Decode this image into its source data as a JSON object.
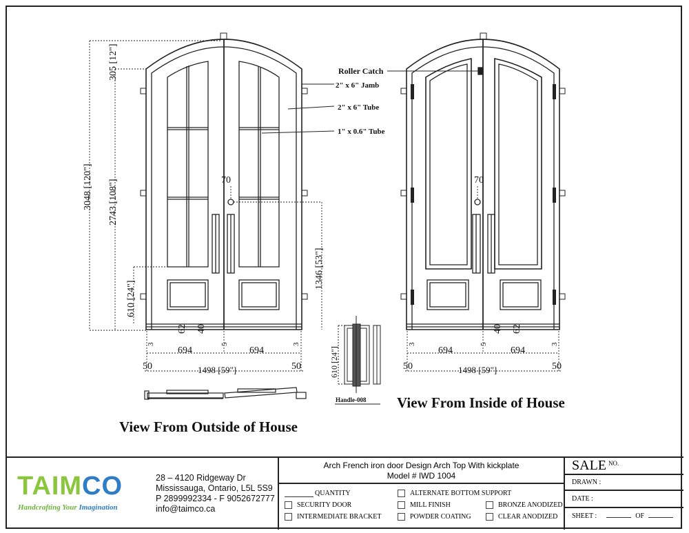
{
  "drawing": {
    "outside_title": "View From Outside of House",
    "inside_title": "View From Inside of House",
    "callouts": {
      "roller_catch": "Roller Catch",
      "jamb": "2\" x 6\"  Jamb",
      "tube": "2\" x 6\" Tube",
      "small_tube": "1\" x 0.6\" Tube"
    },
    "dims": {
      "overall_height": "3048 [120\"]",
      "arch_height": "305 [12\"]",
      "leg_height": "2743 [108\"]",
      "kick_height": "610 [24\"]",
      "handle_height": "1346 [53\"]",
      "backset": "70",
      "dim_62": "62",
      "dim_40": "40",
      "gap_3": "3",
      "gap_5": "5",
      "leaf_width": "694",
      "frame_50": "50",
      "overall_width": "1498 [59\"]",
      "handle_len": "610 [24\"]",
      "handle_model": "Handle-008"
    }
  },
  "company": {
    "logo_green": "TAIM",
    "logo_blue": "CO",
    "tagline_a": "Handcrafting Your",
    "tagline_b": "Imagination",
    "address1": "28 – 4120 Ridgeway Dr",
    "address2": "Mississauga, Ontario, L5L 5S9",
    "phone": "P 2899992334 - F 9052672777",
    "email": "info@taimco.ca"
  },
  "product": {
    "title": "Arch French iron door Design Arch Top With kickplate",
    "model": "Model # IWD 1004",
    "quantity_label": "QUANTITY",
    "options": {
      "security_door": "SECURITY DOOR",
      "intermediate_bracket": "INTERMEDIATE BRACKET",
      "alternate_bottom": "ALTERNATE BOTTOM SUPPORT",
      "mill_finish": "MILL FINISH",
      "powder_coating": "POWDER COATING",
      "bronze_anodized": "BRONZE ANODIZED",
      "clear_anodized": "CLEAR ANODIZED"
    }
  },
  "sheet_info": {
    "sale": "SALE",
    "no": "NO.",
    "drawn": "DRAWN :",
    "date": "DATE :",
    "sheet": "SHEET :",
    "of": "OF"
  }
}
